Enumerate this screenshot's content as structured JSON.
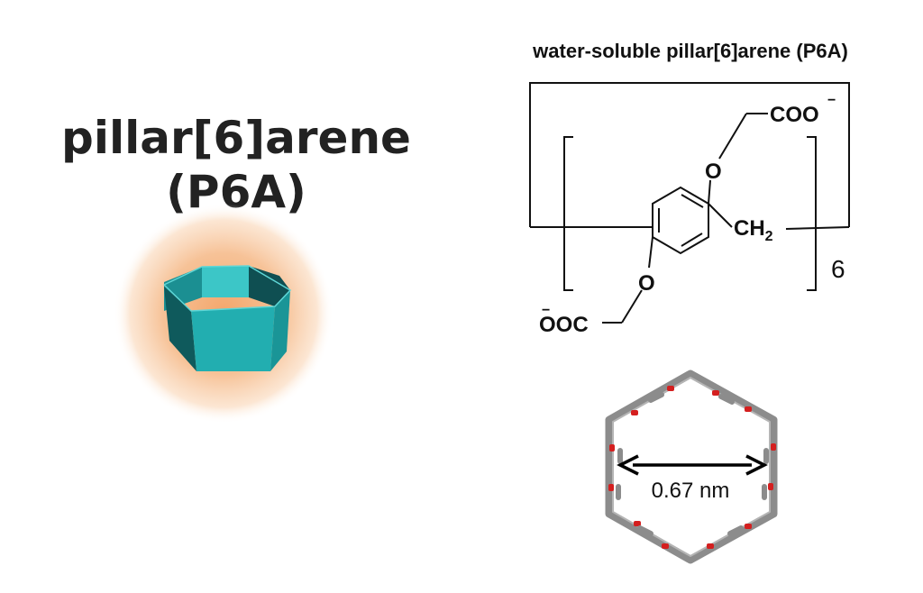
{
  "left_panel": {
    "title_line1": "pillar[6]arene",
    "title_line2": "(P6A)",
    "colors": {
      "glow": "#f3a66b",
      "prism_front": "#22aeb0",
      "prism_side": "#0f5a5c",
      "prism_inner": "#1b8f92",
      "prism_top": "#3cc6c7"
    }
  },
  "right_panel": {
    "title": "water-soluble pillar[6]arene (P6A)",
    "structure": {
      "top_group": "COO",
      "top_charge": "−",
      "upper_oxygen": "O",
      "ch2_main": "CH",
      "ch2_sub": "2",
      "lower_oxygen": "O",
      "bottom_group": "OOC",
      "bottom_charge": "−",
      "repeat_count": "6"
    },
    "model": {
      "diameter_label": "0.67 nm",
      "colors": {
        "frame": "#8c8c8c",
        "oxygen": "#d41f1f"
      }
    }
  }
}
